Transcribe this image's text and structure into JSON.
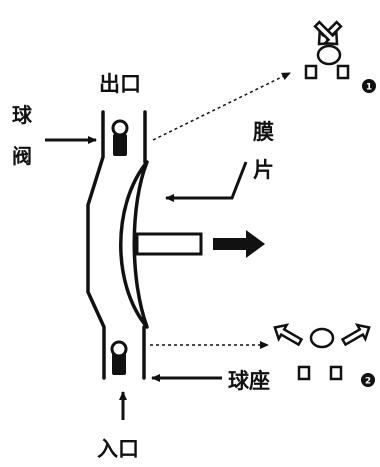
{
  "labels": {
    "outlet": "出口",
    "ball_valve_line1": "球",
    "ball_valve_line2": "阀",
    "membrane_line1": "膜",
    "membrane_line2": "片",
    "valve_seat": "球座",
    "inlet": "入口"
  },
  "markers": {
    "top": "1",
    "bottom": "2"
  },
  "colors": {
    "ink": "#111111",
    "background": "#ffffff"
  }
}
